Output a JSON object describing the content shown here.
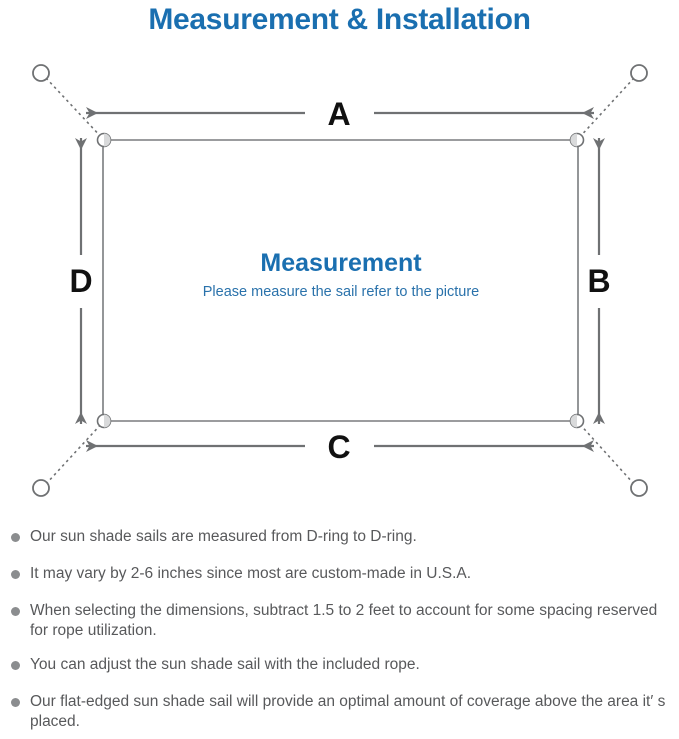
{
  "title": "Measurement & Installation",
  "colors": {
    "title_blue": "#1a6fb0",
    "center_heading_blue": "#1a6fb0",
    "center_sub_blue": "#2a72ab",
    "line_gray": "#6f7173",
    "sail_border": "#7a7c7e",
    "bullet_gray": "#8b8d8f",
    "note_text": "#58595b",
    "label_black": "#111111"
  },
  "diagram": {
    "name": "sun-shade-sail-measurement-diagram",
    "center": {
      "heading": "Measurement",
      "subtext": "Please measure the sail refer to the picture"
    },
    "dimension_labels": [
      {
        "id": "A",
        "label": "A",
        "edge": "top",
        "orientation": "horizontal"
      },
      {
        "id": "B",
        "label": "B",
        "edge": "right",
        "orientation": "vertical"
      },
      {
        "id": "C",
        "label": "C",
        "edge": "bottom",
        "orientation": "horizontal"
      },
      {
        "id": "D",
        "label": "D",
        "edge": "left",
        "orientation": "vertical"
      }
    ],
    "d_rings": [
      {
        "id": "top-left",
        "corner": "top-left"
      },
      {
        "id": "top-right",
        "corner": "top-right"
      },
      {
        "id": "bottom-left",
        "corner": "bottom-left"
      },
      {
        "id": "bottom-right",
        "corner": "bottom-right"
      }
    ],
    "anchor_points": [
      {
        "id": "anchor-top-left",
        "corner": "top-left"
      },
      {
        "id": "anchor-top-right",
        "corner": "top-right"
      },
      {
        "id": "anchor-bottom-left",
        "corner": "bottom-left"
      },
      {
        "id": "anchor-bottom-right",
        "corner": "bottom-right"
      }
    ],
    "rope_lines": 4
  },
  "notes": [
    "Our sun shade sails are measured from D-ring to D-ring.",
    "It may vary by 2-6 inches since most are custom-made in U.S.A.",
    "When selecting the dimensions, subtract 1.5 to 2 feet to account for some spacing reserved for rope utilization.",
    "You can adjust the sun shade sail with the included rope.",
    "Our flat-edged sun shade sail will provide an optimal amount of coverage above the area it′ s placed."
  ]
}
